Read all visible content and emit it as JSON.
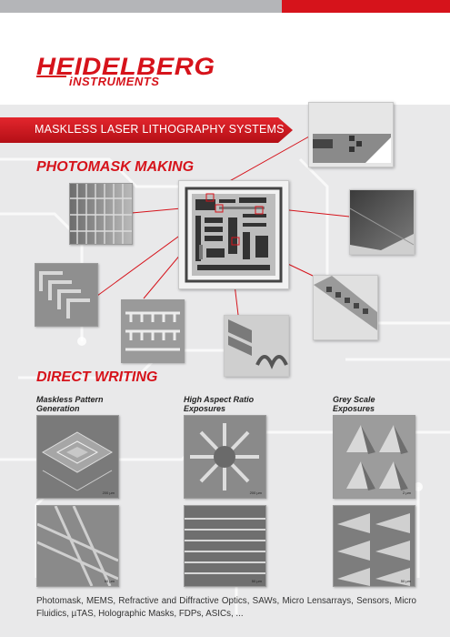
{
  "brand": {
    "name": "HEIDELBERG",
    "subname": "iNSTRUMENTS",
    "colors": {
      "red": "#d6131b",
      "grey": "#b4b5b8"
    }
  },
  "banner": {
    "text": "MASKLESS LASER LITHOGRAPHY SYSTEMS"
  },
  "photomask": {
    "title": "PHOTOMASK MAKING"
  },
  "direct_writing": {
    "title": "DIRECT WRITING",
    "columns": [
      {
        "label": "Maskless Pattern Generation",
        "scale_top": "200 µm",
        "scale_bottom": "50 µm"
      },
      {
        "label": "High Aspect Ratio Exposures",
        "scale_top": "200 µm",
        "scale_bottom": "50 µm"
      },
      {
        "label": "Grey Scale Exposures",
        "scale_top": "2 µm",
        "scale_bottom": "50 µm"
      }
    ]
  },
  "footer": {
    "text": "Photomask, MEMS, Refractive and Diffractive Optics, SAWs, Micro Lensarrays, Sensors, Micro Fluidics, µTAS, Holographic Masks, FDPs, ASICs, ..."
  }
}
